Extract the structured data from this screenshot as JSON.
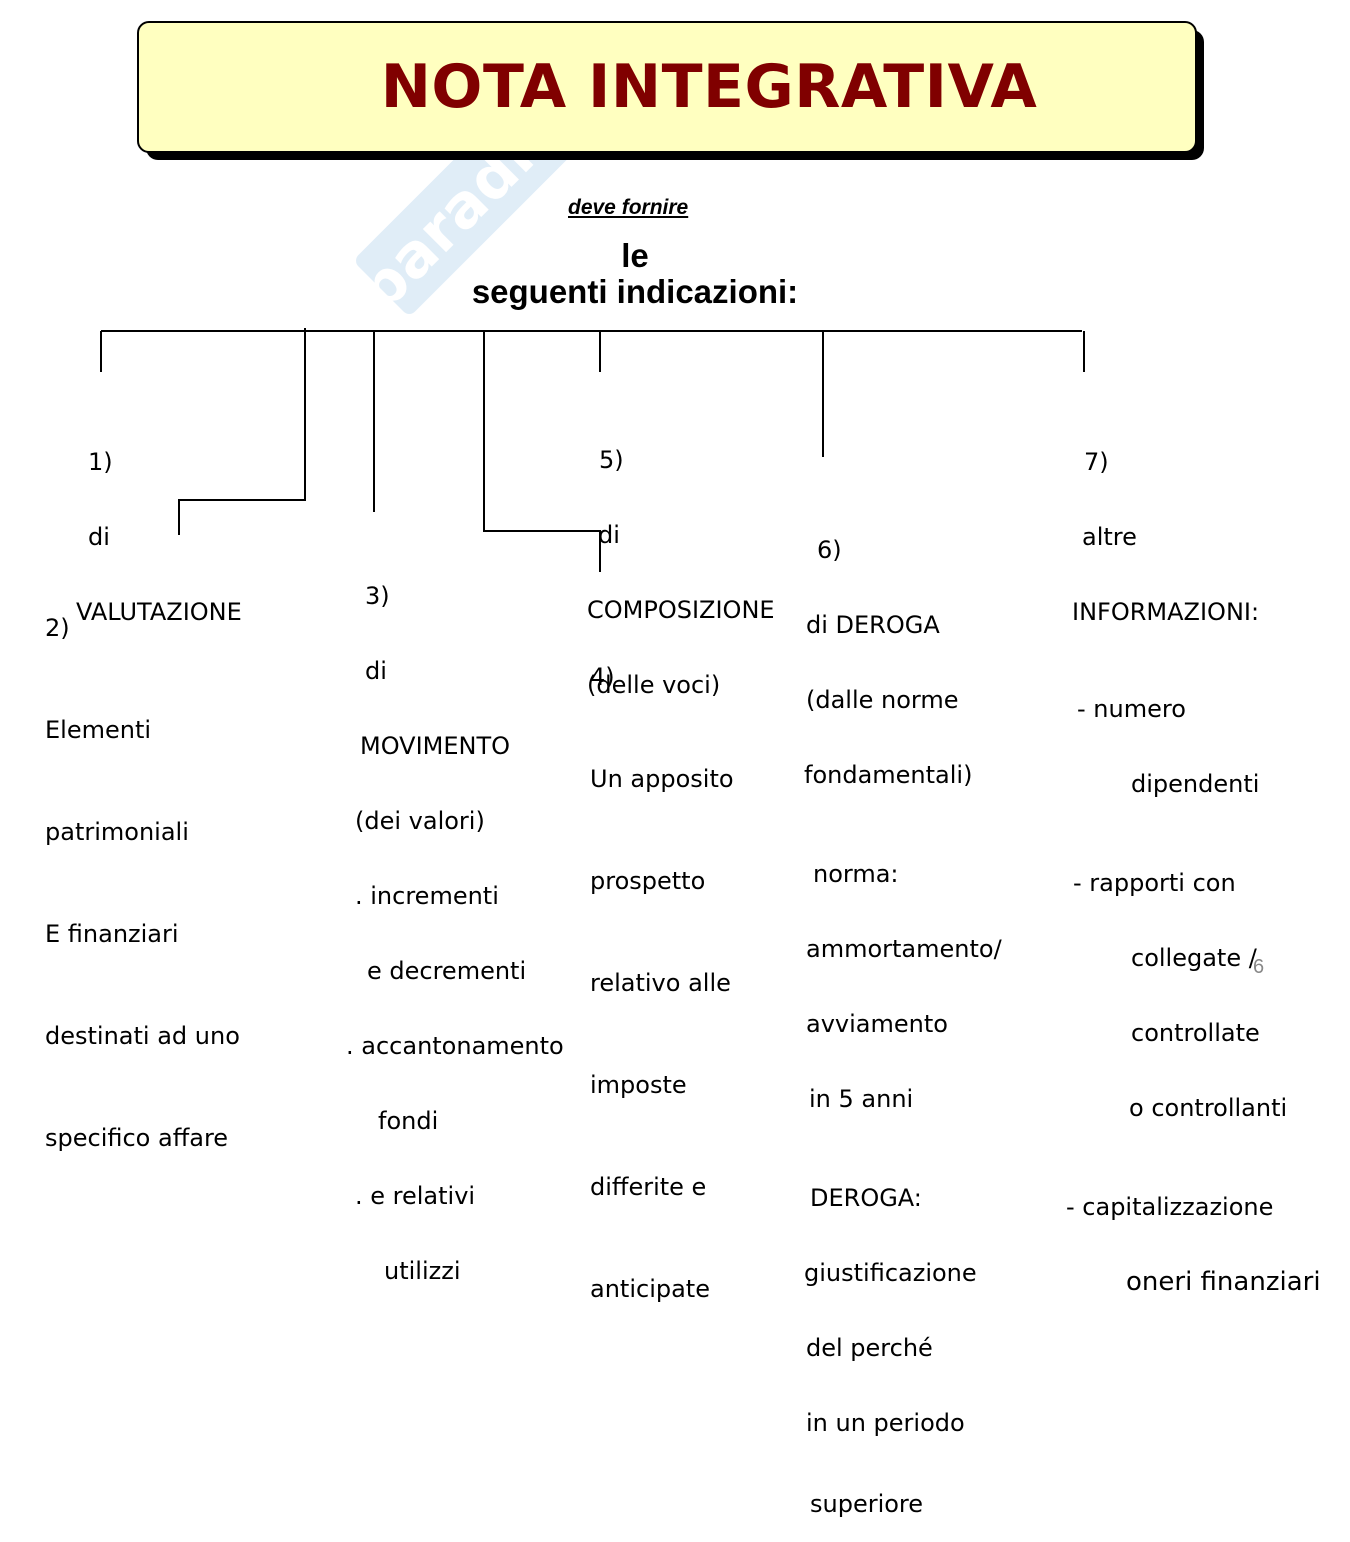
{
  "title": "NOTA INTEGRATIVA",
  "subtitle": "deve fornire",
  "heading": [
    "le",
    "seguenti indicazioni:"
  ],
  "page_number": "6",
  "watermark": "Skuola.net - il paradiso dello studente",
  "branches": {
    "b1": [
      "1)",
      "di",
      "VALUTAZIONE"
    ],
    "b2": [
      "2)",
      "Elementi",
      "patrimoniali",
      "E finanziari",
      "destinati ad uno",
      "specifico affare"
    ],
    "b3": [
      "3)",
      "di",
      "MOVIMENTO",
      "(dei valori)",
      ". incrementi",
      "e decrementi",
      ". accantonamento",
      "fondi",
      ". e relativi",
      "utilizzi"
    ],
    "b4": [
      "4)",
      "Un apposito",
      "prospetto",
      "relativo alle",
      "imposte",
      "differite e",
      "anticipate"
    ],
    "b5": [
      "5)",
      "di",
      "COMPOSIZIONE",
      "(delle voci)"
    ],
    "b6": [
      "6)",
      "di DEROGA",
      "(dalle norme",
      "fondamentali)",
      "norma:",
      "ammortamento/",
      "avviamento",
      "in 5 anni",
      "DEROGA:",
      "giustificazione",
      "del perché",
      "in un periodo",
      "superiore"
    ],
    "b7": [
      "7)",
      "altre",
      "INFORMAZIONI:",
      "- numero",
      "dipendenti",
      "- rapporti con",
      "collegate /",
      "controllate",
      "o controllanti",
      "- capitalizzazione",
      "oneri finanziari"
    ]
  }
}
